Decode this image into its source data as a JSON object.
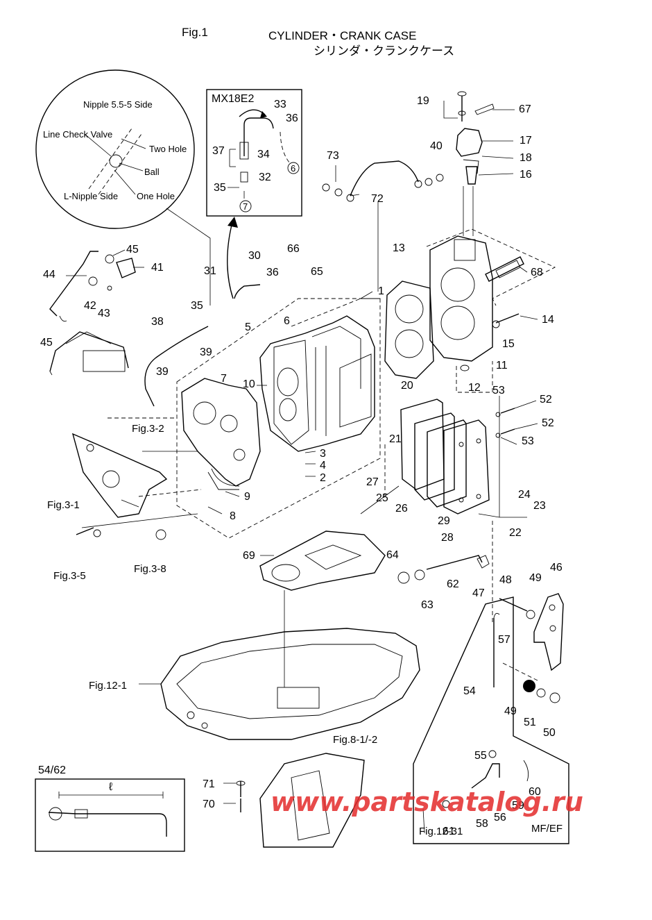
{
  "header": {
    "fig_label": "Fig.1",
    "title_en": "CYLINDER・CRANK CASE",
    "title_jp": "シリンダ・クランクケース"
  },
  "inset_circle": {
    "nipple_side": "Nipple 5.5-5 Side",
    "line_check_valve": "Line Check Valve",
    "two_hole": "Two Hole",
    "ball": "Ball",
    "l_nipple_side": "L-Nipple Side",
    "one_hole": "One Hole"
  },
  "inset_mx18e2": {
    "title": "MX18E2",
    "callouts": [
      "33",
      "36",
      "37",
      "34",
      "32",
      "35"
    ],
    "circled": [
      "6",
      "7"
    ]
  },
  "inset_lever": {
    "title": "54/62",
    "dimension": "ℓ"
  },
  "mfef_box": {
    "label": "MF/EF",
    "fig": "Fig.12-31"
  },
  "figure_refs": [
    "Fig.3-2",
    "Fig.3-1",
    "Fig.3-5",
    "Fig.3-8",
    "Fig.12-1",
    "Fig.8-1/-2"
  ],
  "callouts": [
    "1",
    "2",
    "3",
    "4",
    "5",
    "6",
    "7",
    "8",
    "9",
    "10",
    "11",
    "12",
    "13",
    "14",
    "15",
    "16",
    "17",
    "18",
    "19",
    "20",
    "21",
    "22",
    "23",
    "24",
    "25",
    "26",
    "27",
    "28",
    "29",
    "30",
    "31",
    "35",
    "36",
    "38",
    "39",
    "40",
    "41",
    "42",
    "43",
    "44",
    "45",
    "45",
    "46",
    "47",
    "48",
    "49",
    "49",
    "50",
    "51",
    "52",
    "52",
    "53",
    "53",
    "54",
    "55",
    "56",
    "57",
    "58",
    "59",
    "60",
    "61",
    "62",
    "63",
    "64",
    "65",
    "66",
    "67",
    "68",
    "69",
    "72",
    "73",
    "70",
    "71"
  ],
  "watermark": "www.partskatalog.ru"
}
